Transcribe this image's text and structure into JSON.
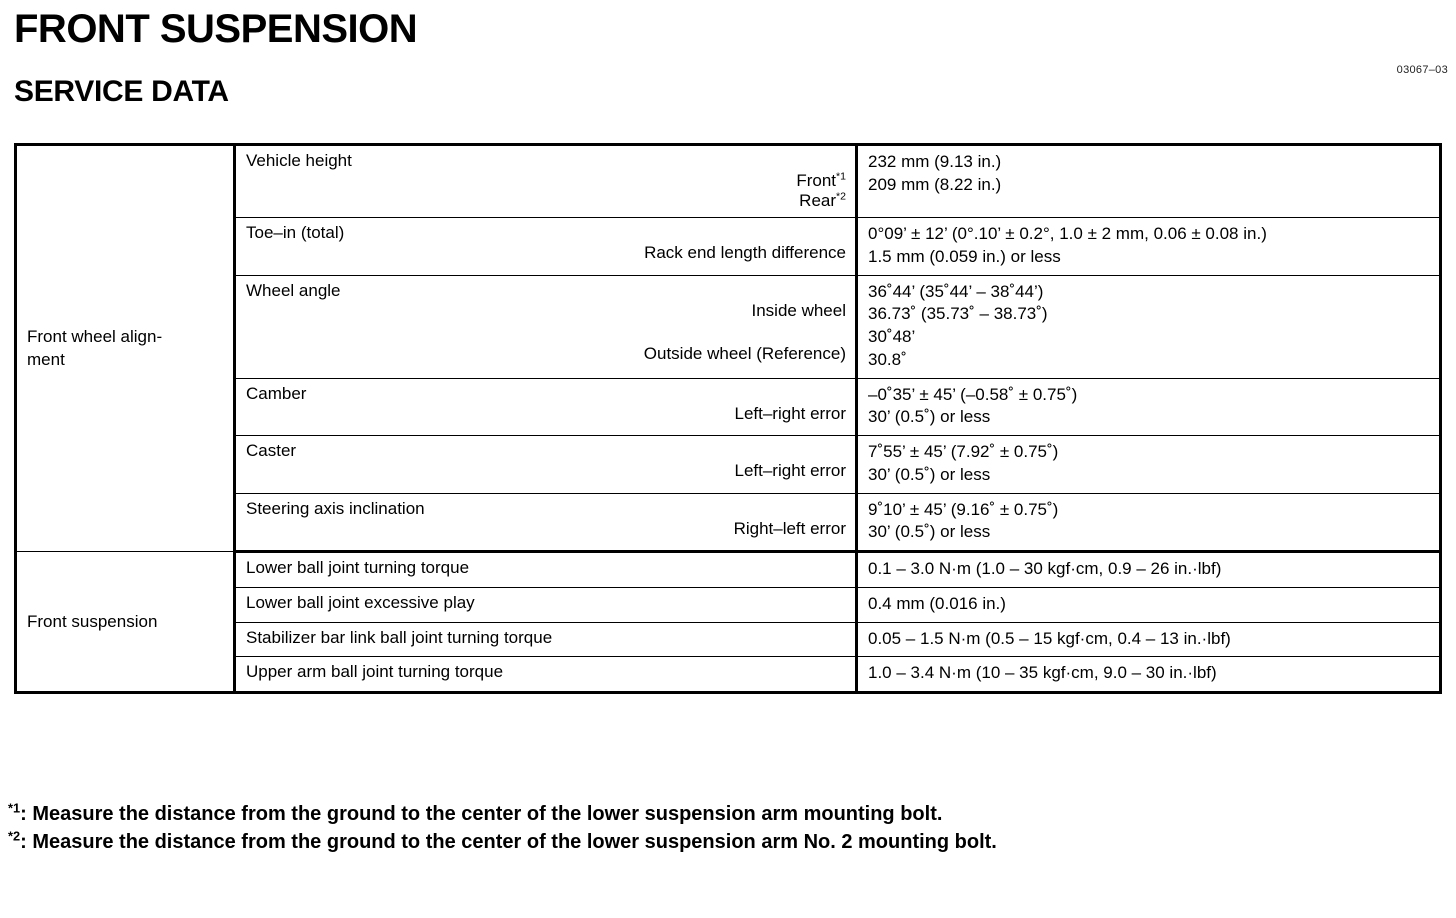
{
  "header": {
    "title": "FRONT SUSPENSION",
    "section": "SERVICE DATA",
    "doc_code": "03067–03"
  },
  "table": {
    "categories": {
      "alignment": "Front wheel align-\nment",
      "suspension": "Front suspension"
    },
    "rows": [
      {
        "item_main": "Vehicle height",
        "item_subs": [
          "Front*1",
          "Rear*2"
        ],
        "values": [
          "232 mm (9.13 in.)",
          "209 mm (8.22 in.)"
        ]
      },
      {
        "item_main": "Toe–in (total)",
        "item_subs": [
          "Rack end length difference"
        ],
        "values": [
          "0°09’ ± 12’ (0°.10’ ± 0.2°, 1.0 ± 2 mm, 0.06 ± 0.08 in.)",
          "1.5 mm (0.059 in.) or less"
        ]
      },
      {
        "item_main": "Wheel angle",
        "item_subs": [
          "Inside wheel",
          "Outside wheel (Reference)"
        ],
        "values": [
          "36˚44’ (35˚44’ – 38˚44’)",
          "36.73˚ (35.73˚ – 38.73˚)",
          "30˚48’",
          "30.8˚"
        ]
      },
      {
        "item_main": "Camber",
        "item_subs": [
          "Left–right error"
        ],
        "values": [
          "–0˚35’ ± 45’ (–0.58˚ ± 0.75˚)",
          "30’ (0.5˚) or less"
        ]
      },
      {
        "item_main": "Caster",
        "item_subs": [
          "Left–right error"
        ],
        "values": [
          "7˚55’ ± 45’ (7.92˚ ± 0.75˚)",
          "30’ (0.5˚) or less"
        ]
      },
      {
        "item_main": "Steering axis inclination",
        "item_subs": [
          "Right–left error"
        ],
        "values": [
          "9˚10’ ± 45’ (9.16˚ ± 0.75˚)",
          "30’ (0.5˚) or less"
        ]
      },
      {
        "item_main": "Lower ball joint turning torque",
        "item_subs": [],
        "values": [
          "0.1 – 3.0 N·m (1.0 – 30 kgf·cm, 0.9 – 26 in.·lbf)"
        ]
      },
      {
        "item_main": "Lower ball joint excessive play",
        "item_subs": [],
        "values": [
          "0.4 mm (0.016 in.)"
        ]
      },
      {
        "item_main": "Stabilizer bar link ball joint turning torque",
        "item_subs": [],
        "values": [
          "0.05 – 1.5 N·m (0.5 – 15 kgf·cm, 0.4 – 13 in.·lbf)"
        ]
      },
      {
        "item_main": "Upper arm ball joint turning torque",
        "item_subs": [],
        "values": [
          "1.0 – 3.4 N·m (10 – 35 kgf·cm, 9.0 – 30 in.·lbf)"
        ]
      }
    ]
  },
  "footnotes": [
    {
      "marker": "*1",
      "text": ": Measure the distance from the ground to the center of the lower suspension arm mounting bolt."
    },
    {
      "marker": "*2",
      "text": ": Measure the distance from the ground to the center of the lower suspension arm No. 2 mounting bolt."
    }
  ]
}
